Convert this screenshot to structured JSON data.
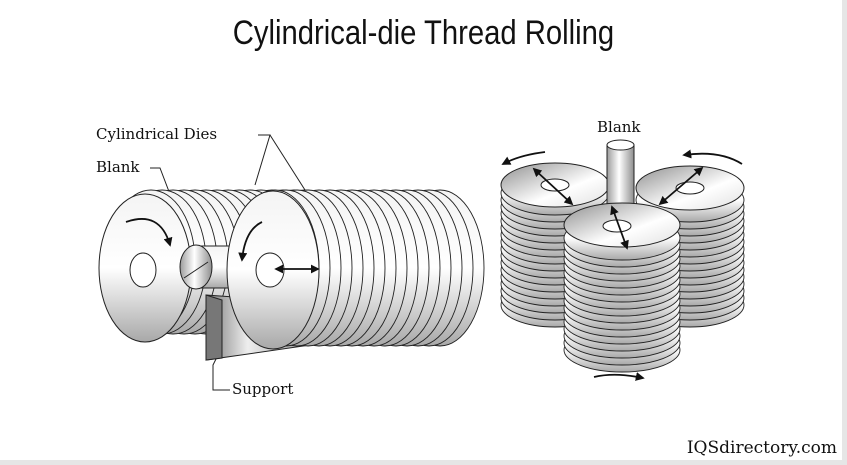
{
  "title": "Cylindrical-die Thread Rolling",
  "left_diagram": {
    "labels": {
      "dies": "Cylindrical Dies",
      "blank": "Blank",
      "support": "Support"
    }
  },
  "right_diagram": {
    "labels": {
      "blank": "Blank"
    }
  },
  "watermark": "IQSdirectory.com",
  "colors": {
    "stroke": "#222222",
    "metal_light": "#ffffff",
    "metal_dark": "#9a9a9a"
  }
}
